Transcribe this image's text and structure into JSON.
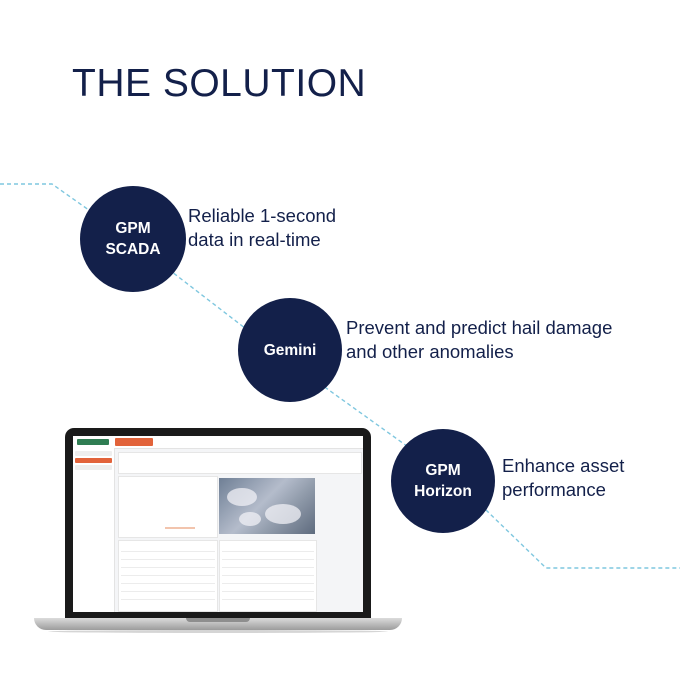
{
  "title": "THE SOLUTION",
  "colors": {
    "navy": "#13204a",
    "connector": "#7fc7df",
    "accent": "#e2633a"
  },
  "items": [
    {
      "circle_text": "GPM\nSCADA",
      "description": "Reliable 1-second\ndata in real-time"
    },
    {
      "circle_text": "Gemini",
      "description": "Prevent and predict hail damage\nand other anomalies"
    },
    {
      "circle_text": "GPM\nHorizon",
      "description": "Enhance asset\nperformance"
    }
  ],
  "laptop": {
    "device": "laptop-icon",
    "screen_content": "dashboard-screenshot"
  }
}
